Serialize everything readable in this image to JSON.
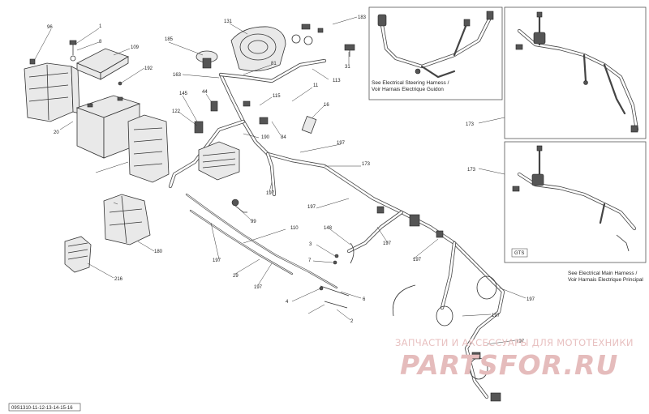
{
  "diagram": {
    "callouts": [
      "1",
      "8",
      "96",
      "109",
      "192",
      "20",
      "185",
      "131",
      "81",
      "163",
      "113",
      "31",
      "183",
      "145",
      "44",
      "122",
      "115",
      "11",
      "16",
      "84",
      "190",
      "173",
      "197",
      "99",
      "148",
      "3",
      "7",
      "110",
      "29",
      "4",
      "2",
      "6",
      "180",
      "216",
      "197",
      "197",
      "197",
      "197",
      "197",
      "197",
      "197",
      "197",
      "197",
      "173",
      "173"
    ],
    "insets": {
      "steering_harness": [
        "See Electrical Steering Harness /",
        "Voir Harnais Electrique Guidon"
      ],
      "main_harness": [
        "See Electrical Main Harness /",
        "Voir Harnais Electrique Principal"
      ],
      "gts_badge": "GTS"
    },
    "watermark": {
      "top": "ЗАПЧАСТИ И АКСЕССУАРЫ ДЛЯ МОТОТЕХНИКИ",
      "brand": "PARTSFOR.RU"
    },
    "reference_code": "09S1310-11-12-13-14-15-16"
  }
}
